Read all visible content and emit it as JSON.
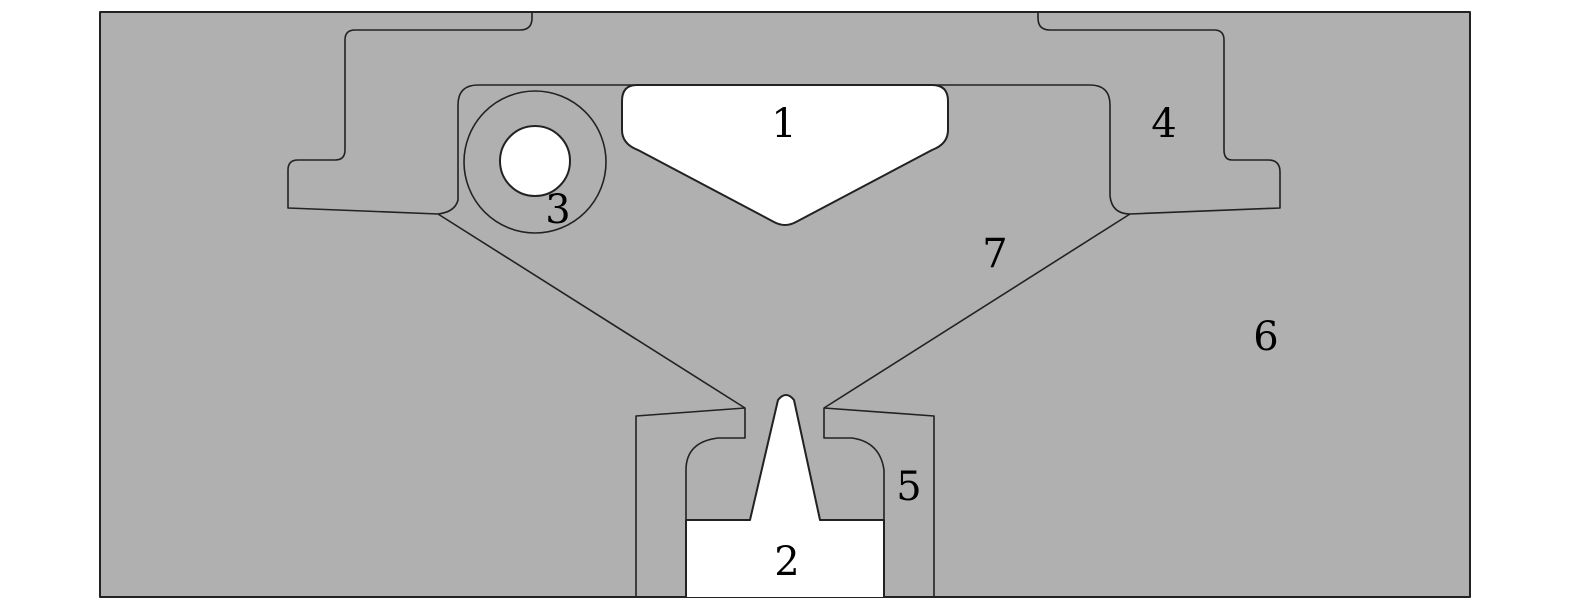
{
  "colors": {
    "solid": "#b0b0b0",
    "void": "#ffffff",
    "line": "#222222"
  },
  "labels": {
    "part_1": "1",
    "part_2": "2",
    "part_3": "3",
    "part_4": "4",
    "part_5": "5",
    "part_6": "6",
    "part_7": "7"
  }
}
